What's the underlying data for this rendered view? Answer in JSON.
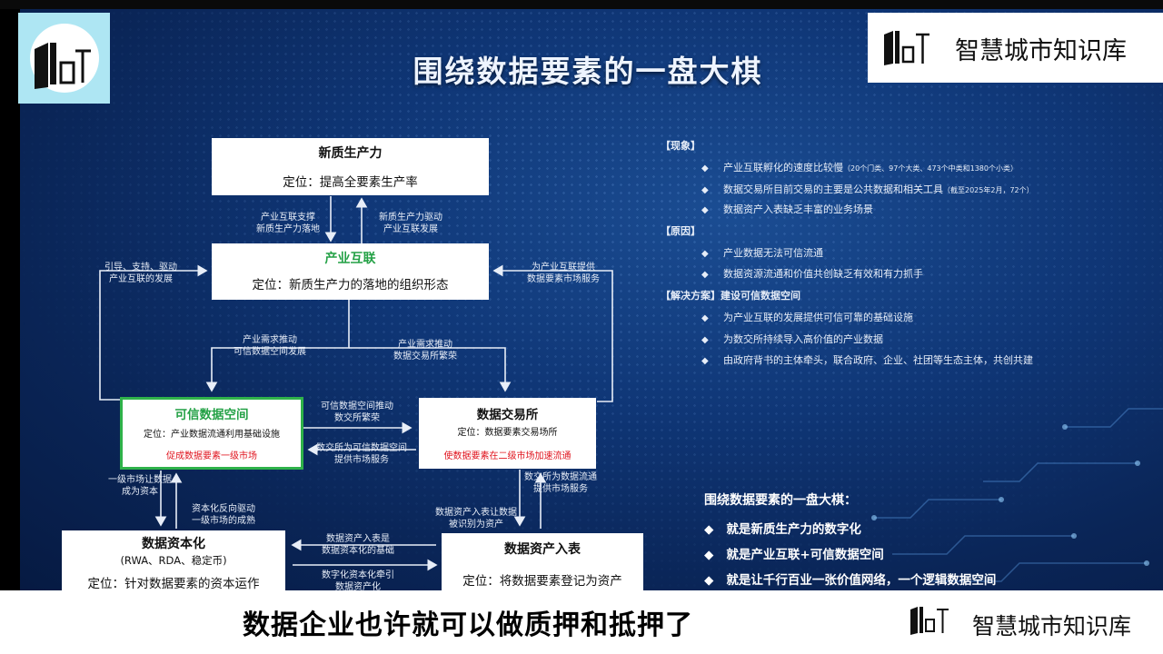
{
  "slide": {
    "title": "围绕数据要素的一盘大棋",
    "boxes": {
      "xinzhi": {
        "title": "新质生产力",
        "pos": "定位：提高全要素生产率"
      },
      "chanye": {
        "title": "产业互联",
        "pos": "定位：新质生产力的落地的组织形态"
      },
      "kexin": {
        "title": "可信数据空间",
        "pos": "定位：产业数据流通利用基础设施",
        "red": "促成数据要素一级市场"
      },
      "jiaoyi": {
        "title": "数据交易所",
        "pos": "定位：数据要素交易场所",
        "red": "使数据要素在二级市场加速流通"
      },
      "ziben": {
        "title": "数据资本化",
        "sub": "(RWA、RDA、稳定币)",
        "pos": "定位：针对数据要素的资本运作"
      },
      "ruobiao": {
        "title": "数据资产入表",
        "pos": "定位：将数据要素登记为资产"
      }
    },
    "labels": {
      "l1a": "产业互联支撑",
      "l1b": "新质生产力落地",
      "l2a": "新质生产力驱动",
      "l2b": "产业互联发展",
      "l3a": "引导、支持、驱动",
      "l3b": "产业互联的发展",
      "l4a": "为产业互联提供",
      "l4b": "数据要素市场服务",
      "l5a": "产业需求推动",
      "l5b": "可信数据空间发展",
      "l6a": "产业需求推动",
      "l6b": "数据交易所繁荣",
      "l7a": "可信数据空间推动",
      "l7b": "数交所繁荣",
      "l8a": "数交所为可信数据空间",
      "l8b": "提供市场服务",
      "l9a": "一级市场让数据",
      "l9b": "成为资本",
      "l10a": "资本化反向驱动",
      "l10b": "一级市场的成熟",
      "l11a": "数交所为数据流通",
      "l11b": "提供市场服务",
      "l12a": "数据资产入表让数据",
      "l12b": "被识别为资产",
      "l13a": "数据资产入表是",
      "l13b": "数据资本化的基础",
      "l14a": "数字化资本化牵引",
      "l14b": "数据资产化"
    },
    "right_panel": {
      "phenomena_header": "【现象】",
      "phenomena": [
        {
          "text": "产业互联孵化的速度比较慢",
          "note": "（20个门类、97个大类、473个中类和1380个小类）"
        },
        {
          "text": "数据交易所目前交易的主要是公共数据和相关工具",
          "note": "（截至2025年2月，72个）"
        },
        {
          "text": "数据资产入表缺乏丰富的业务场景",
          "note": ""
        }
      ],
      "reasons_header": "【原因】",
      "reasons": [
        "产业数据无法可信流通",
        "数据资源流通和价值共创缺乏有效和有力抓手"
      ],
      "solution_header": "【解决方案】建设可信数据空间",
      "solutions": [
        "为产业互联的发展提供可信可靠的基础设施",
        "为数交所持续导入高价值的产业数据",
        "由政府背书的主体牵头，联合政府、企业、社团等生态主体，共创共建"
      ]
    },
    "summary": {
      "header": "围绕数据要素的一盘大棋：",
      "items": [
        "就是新质生产力的数字化",
        "就是产业互联+可信数据空间",
        "就是让千行百业一张价值网络，一个逻辑数据空间"
      ]
    },
    "diamond": "◆"
  },
  "brand": {
    "logo_text": "IoT",
    "name": "智慧城市知识库"
  },
  "subtitle": "数据企业也许就可以做质押和抵押了"
}
